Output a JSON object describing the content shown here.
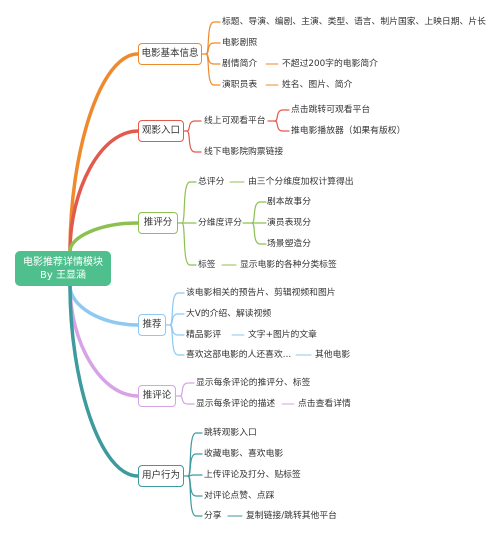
{
  "root": {
    "title": "电影推荐详情模块",
    "author": "By 王显涵"
  },
  "colors": {
    "basic": "#ef8a2c",
    "entry": "#e3594c",
    "rating": "#8cc152",
    "recommend": "#8ec9f2",
    "review": "#d6a3e6",
    "user": "#3d9a9d",
    "root_bg": "#4fc08d"
  },
  "branches": {
    "basic": {
      "label": "电影基本信息",
      "items": [
        "标题、导演、编剧、主演、类型、语言、制片国家、上映日期、片长",
        "电影剧照",
        "剧情简介",
        "演职员表"
      ],
      "synopsis_detail": "不超过200字的电影简介",
      "cast_detail": "姓名、图片、简介"
    },
    "entry": {
      "label": "观影入口",
      "online": "线上可观看平台",
      "online_items": [
        "点击跳转可观看平台",
        "推电影播放器（如果有版权）"
      ],
      "offline": "线下电影院购票链接"
    },
    "rating": {
      "label": "推评分",
      "total": "总评分",
      "total_detail": "由三个分维度加权计算得出",
      "dims": "分维度评分",
      "dim_items": [
        "剧本故事分",
        "演员表现分",
        "场景塑造分"
      ],
      "tags": "标签",
      "tags_detail": "显示电影的各种分类标签"
    },
    "recommend": {
      "label": "推荐",
      "items": [
        "该电影相关的预告片、剪辑视频和图片",
        "大V的介绍、解读视频",
        "精品影评",
        "喜欢这部电影的人还喜欢..."
      ],
      "review_detail": "文字+图片的文章",
      "others_detail": "其他电影"
    },
    "review": {
      "label": "推评论",
      "items": [
        "显示每条评论的推评分、标签",
        "显示每条评论的描述"
      ],
      "desc_detail": "点击查看详情"
    },
    "user": {
      "label": "用户行为",
      "items": [
        "跳转观影入口",
        "收藏电影、喜欢电影",
        "上传评论及打分、贴标签",
        "对评论点赞、点踩",
        "分享"
      ],
      "share_detail": "复制链接/跳转其他平台"
    }
  }
}
